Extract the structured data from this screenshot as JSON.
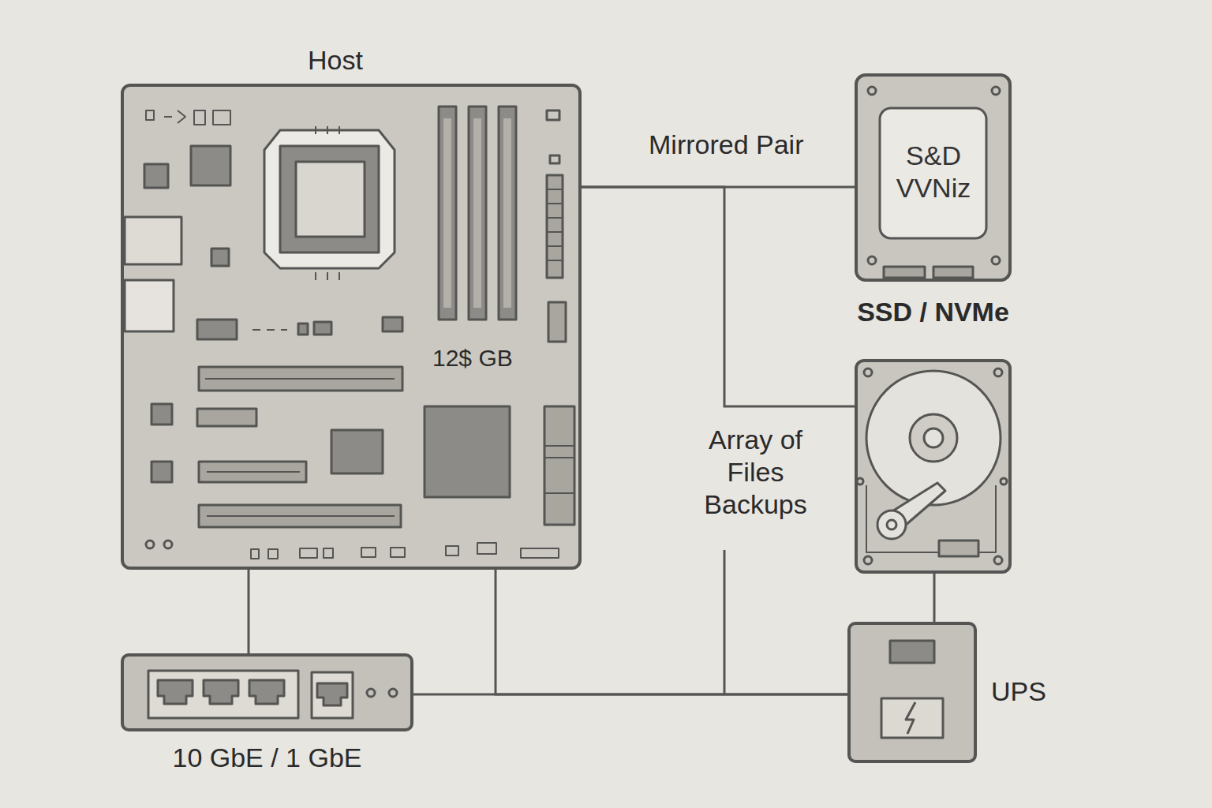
{
  "diagram": {
    "nodes": [
      {
        "text": [
          "Host"
        ]
      },
      {
        "text": [
          "S&D VVNiz",
          "SSD / NVMe"
        ]
      },
      {
        "text": [
          "Array of Files Backups"
        ]
      },
      {
        "text": [
          "UPS"
        ]
      },
      {
        "text": [
          "10 GbE / 1 GbE"
        ]
      }
    ],
    "edges": [
      {
        "from": 0,
        "to": 1,
        "label": "Mirrored Pair",
        "arrow": "none"
      },
      {
        "from": 0,
        "to": 2,
        "arrow": "none"
      },
      {
        "from": 0,
        "to": 4,
        "arrow": "none"
      },
      {
        "from": 0,
        "to": 3,
        "arrow": "none"
      },
      {
        "from": 4,
        "to": 3,
        "arrow": "none"
      },
      {
        "from": 2,
        "to": 3,
        "arrow": "none"
      }
    ],
    "labels": [
      "12$ GB"
    ]
  }
}
